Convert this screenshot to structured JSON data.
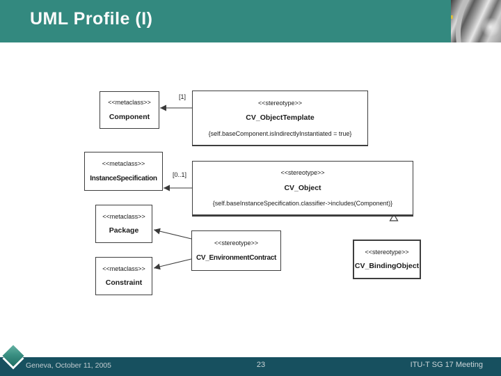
{
  "slide": {
    "title": "UML Profile (I)",
    "footer": {
      "date": "Geneva, October 11, 2005",
      "page_number": "23",
      "meeting": "ITU-T SG 17 Meeting"
    }
  },
  "colors": {
    "header_teal": "#33897F",
    "footer_navy": "#17505F",
    "diamond_teal": "#2F8A7E",
    "diagram_line": "#3A3A3A"
  },
  "diagram": {
    "boxes": [
      {
        "stereotype": "<<metaclass>>",
        "name": "Component"
      },
      {
        "stereotype": "<<stereotype>>",
        "name": "CV_ObjectTemplate",
        "constraint": "{self.baseComponent.isIndirectlyInstantiated = true}"
      },
      {
        "stereotype": "<<metaclass>>",
        "name": "InstanceSpecification"
      },
      {
        "stereotype": "<<stereotype>>",
        "name": "CV_Object",
        "constraint": "{self.baseInstanceSpecification.classifier->includes(Component)}"
      },
      {
        "stereotype": "<<metaclass>>",
        "name": "Package"
      },
      {
        "stereotype": "<<stereotype>>",
        "name": "CV_EnvironmentContract"
      },
      {
        "stereotype": "<<metaclass>>",
        "name": "Constraint"
      },
      {
        "stereotype": "<<stereotype>>",
        "name": "CV_BindingObject"
      }
    ],
    "multiplicities": {
      "object_template_to_component": "[1]",
      "object_to_instance_specification": "[0..1]"
    }
  }
}
